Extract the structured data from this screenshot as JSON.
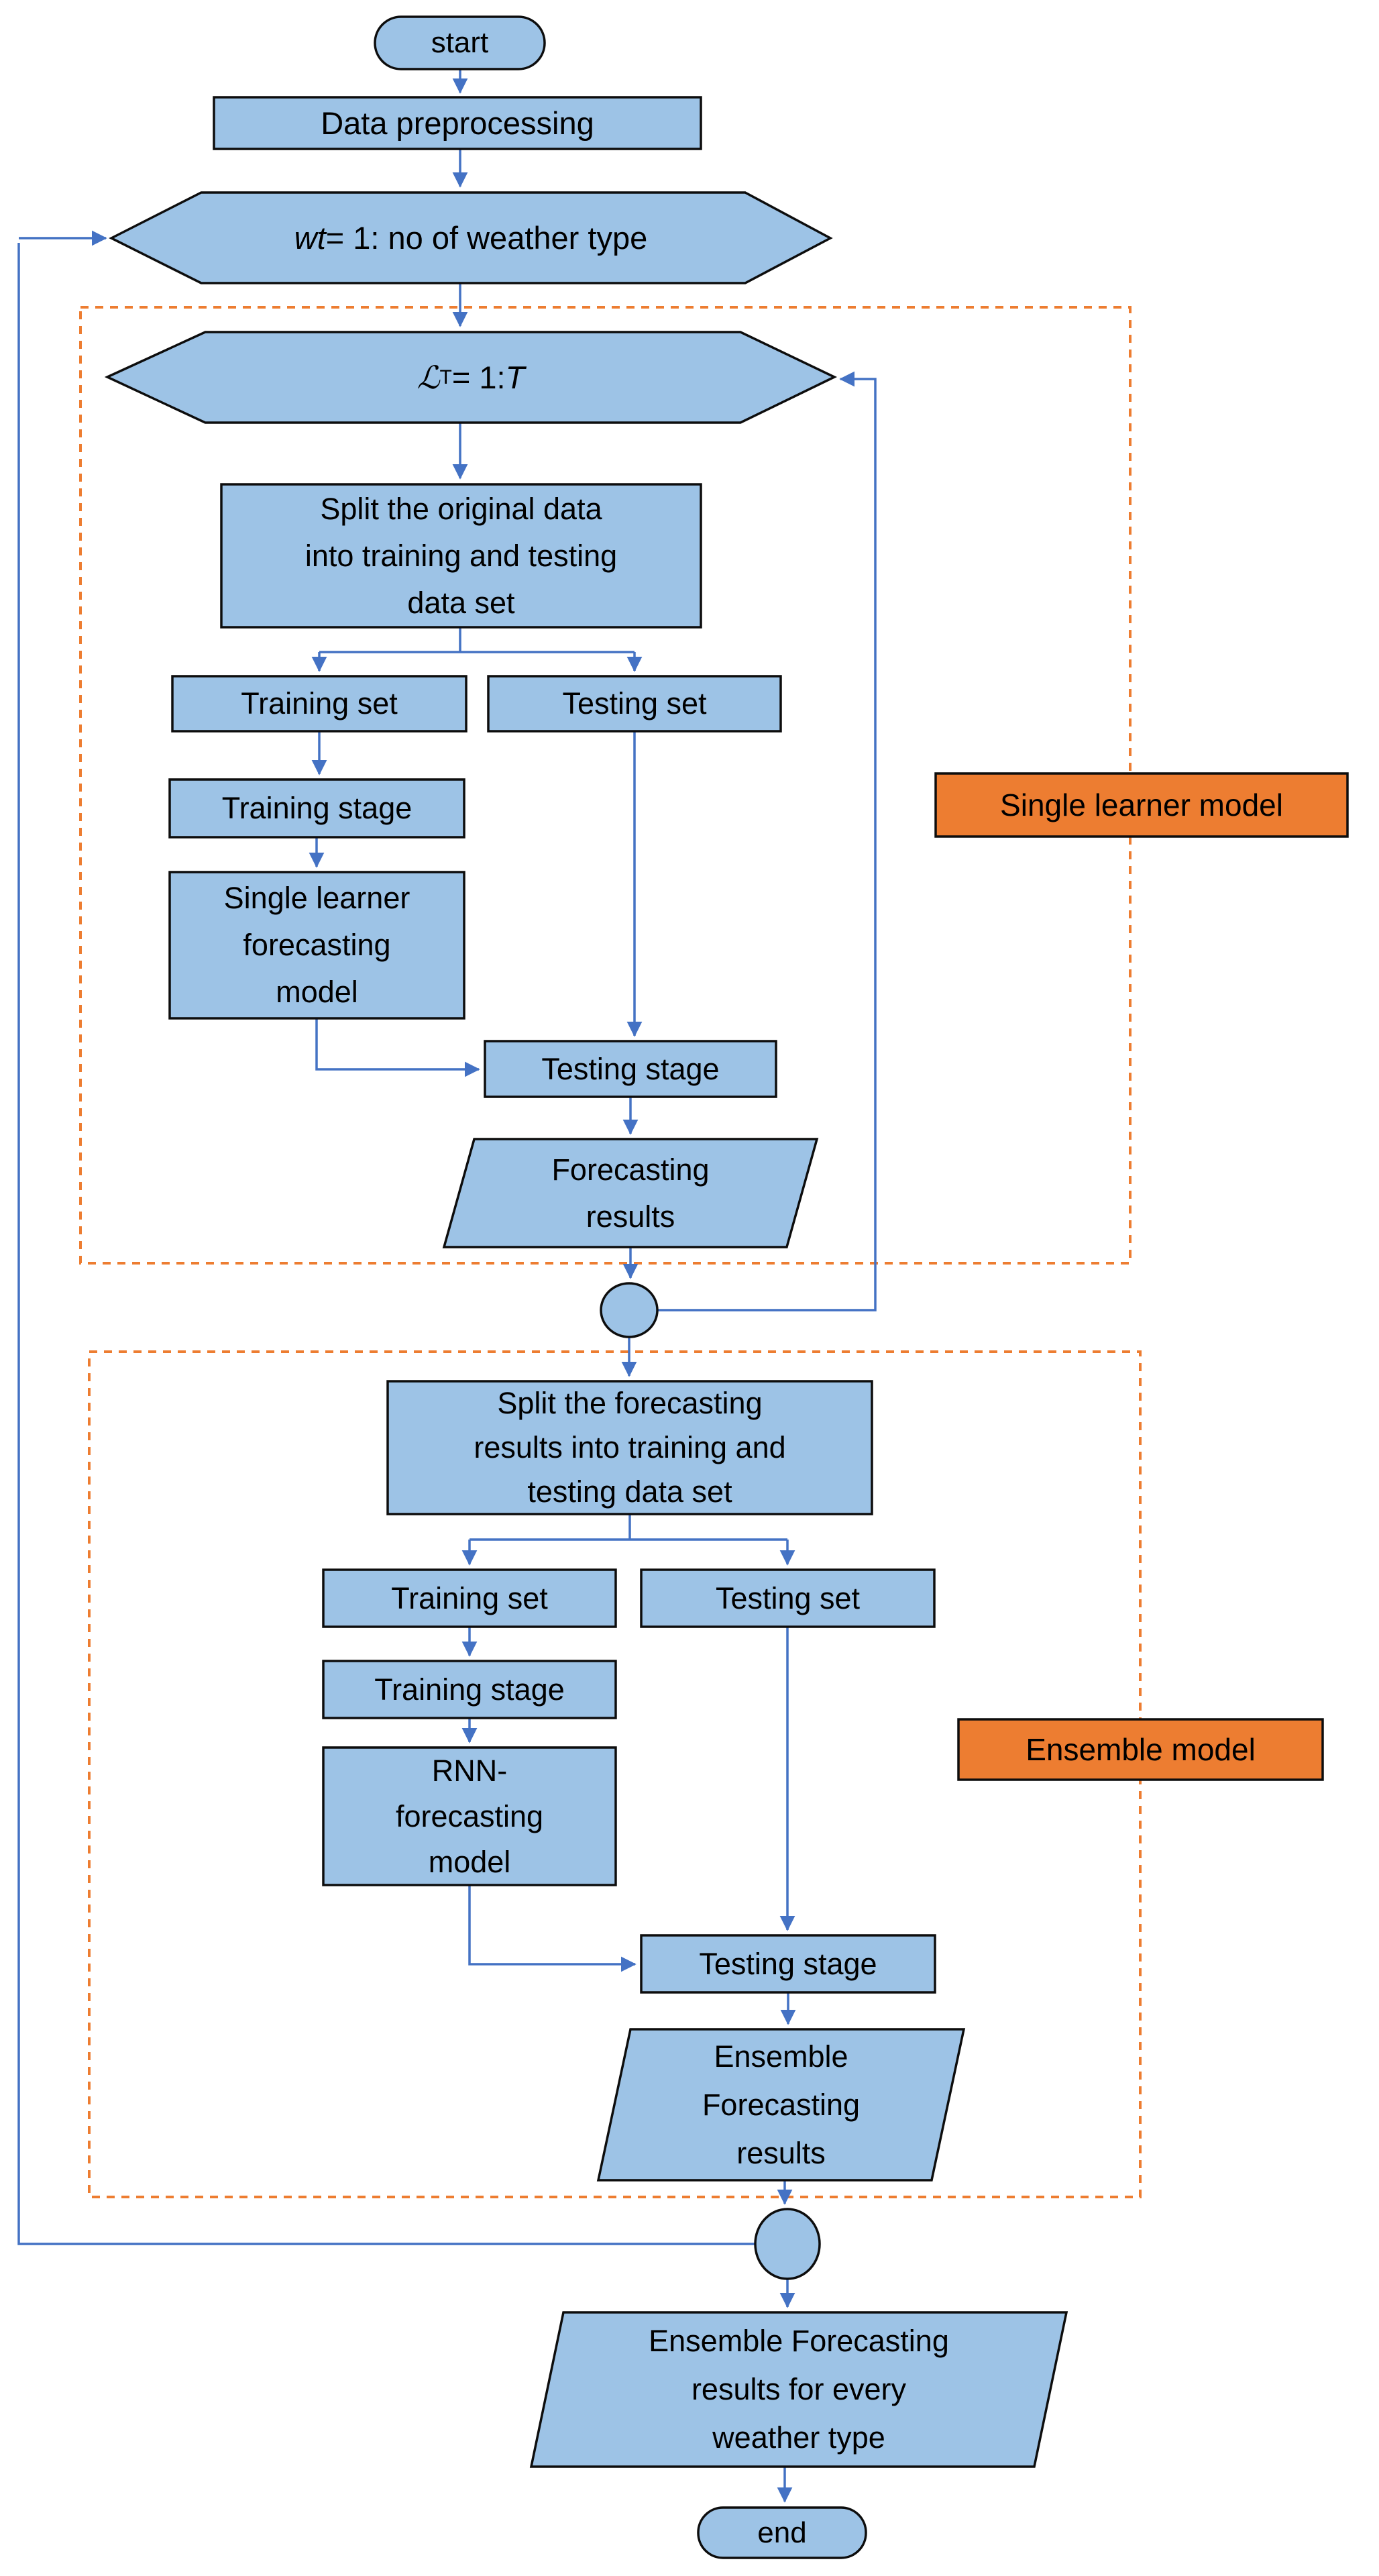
{
  "diagram": {
    "type": "flowchart",
    "colors": {
      "node_fill": "#9DC3E6",
      "node_border": "#0D0D0D",
      "arrow_blue": "#4472C4",
      "region_dash_orange": "#ED7D31",
      "label_orange_fill": "#ED7D31",
      "text": "#000000",
      "background": "#FFFFFF"
    },
    "nodes": {
      "start": "start",
      "preprocessing": "Data preprocessing",
      "weather_loop": {
        "italic": "wt",
        "rest": " = 1: no of weather type"
      },
      "learner_loop": {
        "script": "ℒ",
        "sub": "T",
        "eq": " = 1: ",
        "t": "T"
      },
      "split_original": "Split the original data\ninto training and testing\ndata set",
      "training_set_1": "Training set",
      "testing_set_1": "Testing set",
      "training_stage_1": "Training stage",
      "single_learner_forecasting_model": "Single learner\nforecasting\nmodel",
      "testing_stage_1": "Testing stage",
      "forecasting_results": "Forecasting\nresults",
      "split_forecasting": "Split the forecasting\nresults into training and\ntesting data set",
      "training_set_2": "Training set",
      "testing_set_2": "Testing set",
      "training_stage_2": "Training stage",
      "rnn_model": "RNN-\nforecasting\nmodel",
      "testing_stage_2": "Testing stage",
      "ensemble_forecasting_results": "Ensemble\nForecasting\nresults",
      "final_results": "Ensemble Forecasting\nresults for every\nweather type",
      "end": "end"
    },
    "region_labels": {
      "single_learner": "Single learner model",
      "ensemble": "Ensemble model"
    }
  }
}
